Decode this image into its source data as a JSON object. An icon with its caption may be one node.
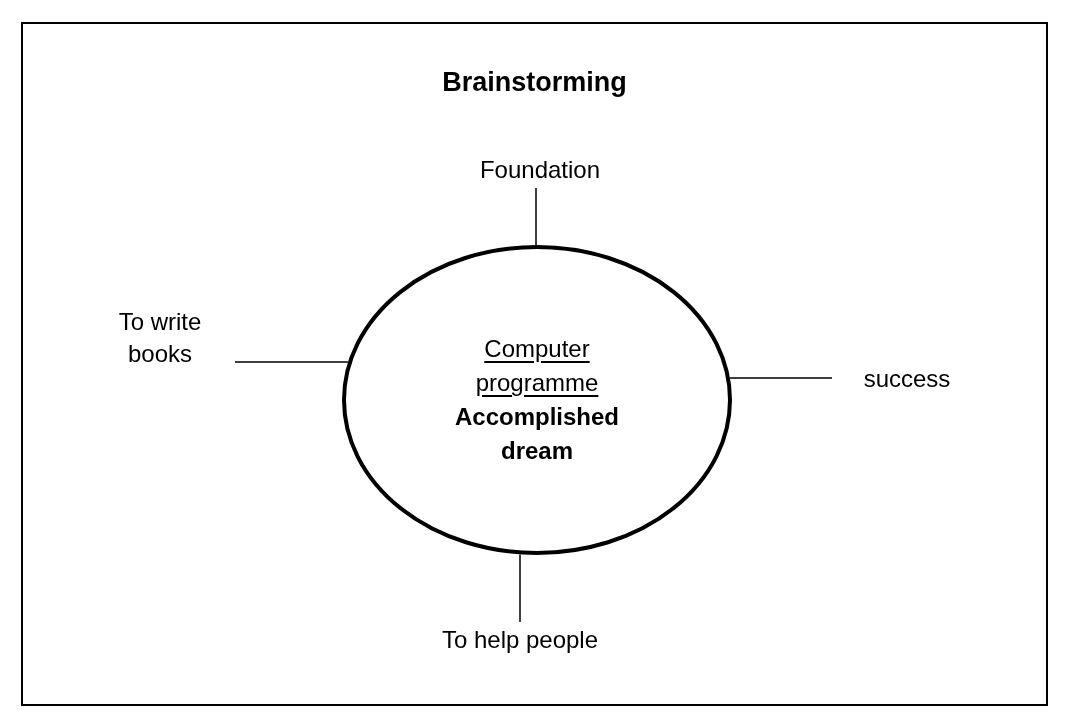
{
  "diagram": {
    "title": "Brainstorming",
    "nodes": [
      {
        "text": [
          "Computer programme",
          "Accomplished dream"
        ]
      },
      {
        "text": [
          "Foundation"
        ]
      },
      {
        "text": [
          "To write books"
        ]
      },
      {
        "text": [
          "success"
        ]
      },
      {
        "text": [
          "To help people"
        ]
      }
    ],
    "edges": [
      {
        "from": 1,
        "to": 0,
        "arrow": "none"
      },
      {
        "from": 2,
        "to": 0,
        "arrow": "none"
      },
      {
        "from": 3,
        "to": 0,
        "arrow": "none"
      },
      {
        "from": 4,
        "to": 0,
        "arrow": "none"
      }
    ]
  }
}
